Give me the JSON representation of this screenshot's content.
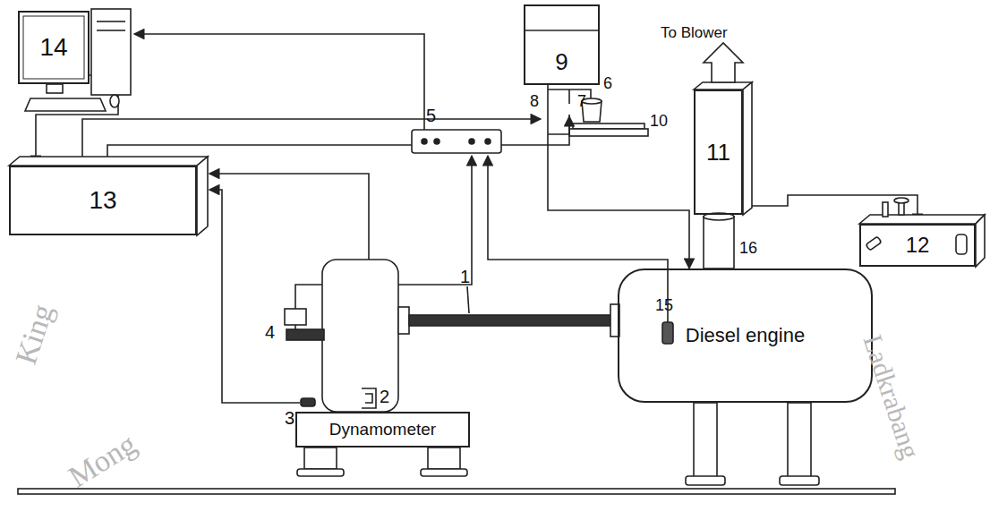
{
  "diagram": {
    "nodes": [
      {
        "text": [
          "14"
        ]
      },
      {
        "text": [
          "9"
        ]
      },
      {
        "text": [
          "13"
        ]
      },
      {
        "text": [
          "11"
        ]
      },
      {
        "text": [
          "12"
        ]
      },
      {
        "text": [
          "Dynamometer"
        ]
      },
      {
        "text": [
          "Diesel engine"
        ]
      }
    ],
    "edges": [
      {
        "from": 0,
        "to": 2,
        "arrow": "to"
      },
      {
        "from": 1,
        "to": 6,
        "arrow": "to"
      },
      {
        "from": 3,
        "to": 4,
        "arrow": "to"
      }
    ],
    "labels": [
      "To Blower",
      "8",
      "7",
      "6",
      "10",
      "5",
      "16",
      "1",
      "4",
      "3",
      "2",
      "15",
      "King",
      "Mong",
      "Ladkrabang"
    ]
  }
}
